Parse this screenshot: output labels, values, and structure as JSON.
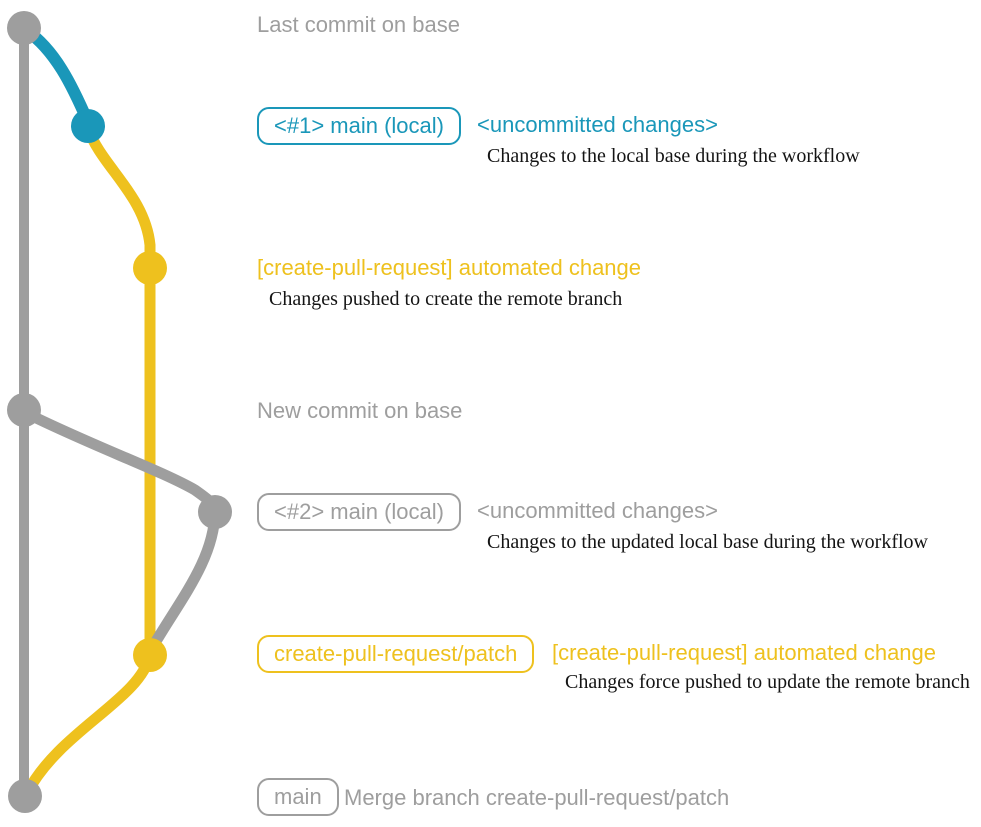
{
  "colors": {
    "gray": "#9e9e9e",
    "blue": "#1a97b9",
    "yellow": "#eec11e",
    "ink": "#141414",
    "background": "#ffffff"
  },
  "annotations": {
    "last_commit": {
      "label": "Last commit on base"
    },
    "step1": {
      "badge": "<#1> main (local)",
      "title": "<uncommitted changes>",
      "desc": "Changes to the local base during the workflow"
    },
    "step2": {
      "title": "[create-pull-request] automated change",
      "desc": "Changes pushed to create the remote branch"
    },
    "new_commit": {
      "label": "New commit on base"
    },
    "step3": {
      "badge": "<#2> main (local)",
      "title": "<uncommitted changes>",
      "desc": "Changes to the updated local base during the workflow"
    },
    "step4": {
      "badge": "create-pull-request/patch",
      "title": "[create-pull-request] automated change",
      "desc": "Changes force pushed to update the remote branch"
    },
    "merge": {
      "badge": "main",
      "label": "Merge branch create-pull-request/patch"
    }
  }
}
